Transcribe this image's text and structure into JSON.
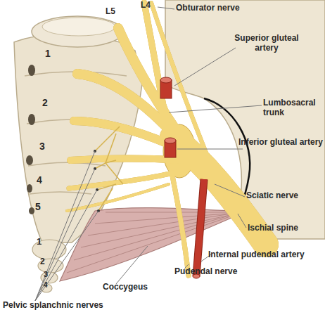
{
  "diagram": {
    "labels": [
      "L4",
      "L5",
      "Obturator nerve",
      "Superior gluteal artery",
      "Lumbosacral trunk",
      "1",
      "2",
      "3",
      "Inferior gluteal artery",
      "Sciatic nerve",
      "4",
      "5",
      "Ischial spine",
      "Internal pudendal artery",
      "1",
      "Pudendal nerve",
      "2",
      "3",
      "4",
      "Coccygeus",
      "Pelvic splanchnic nerves"
    ]
  }
}
